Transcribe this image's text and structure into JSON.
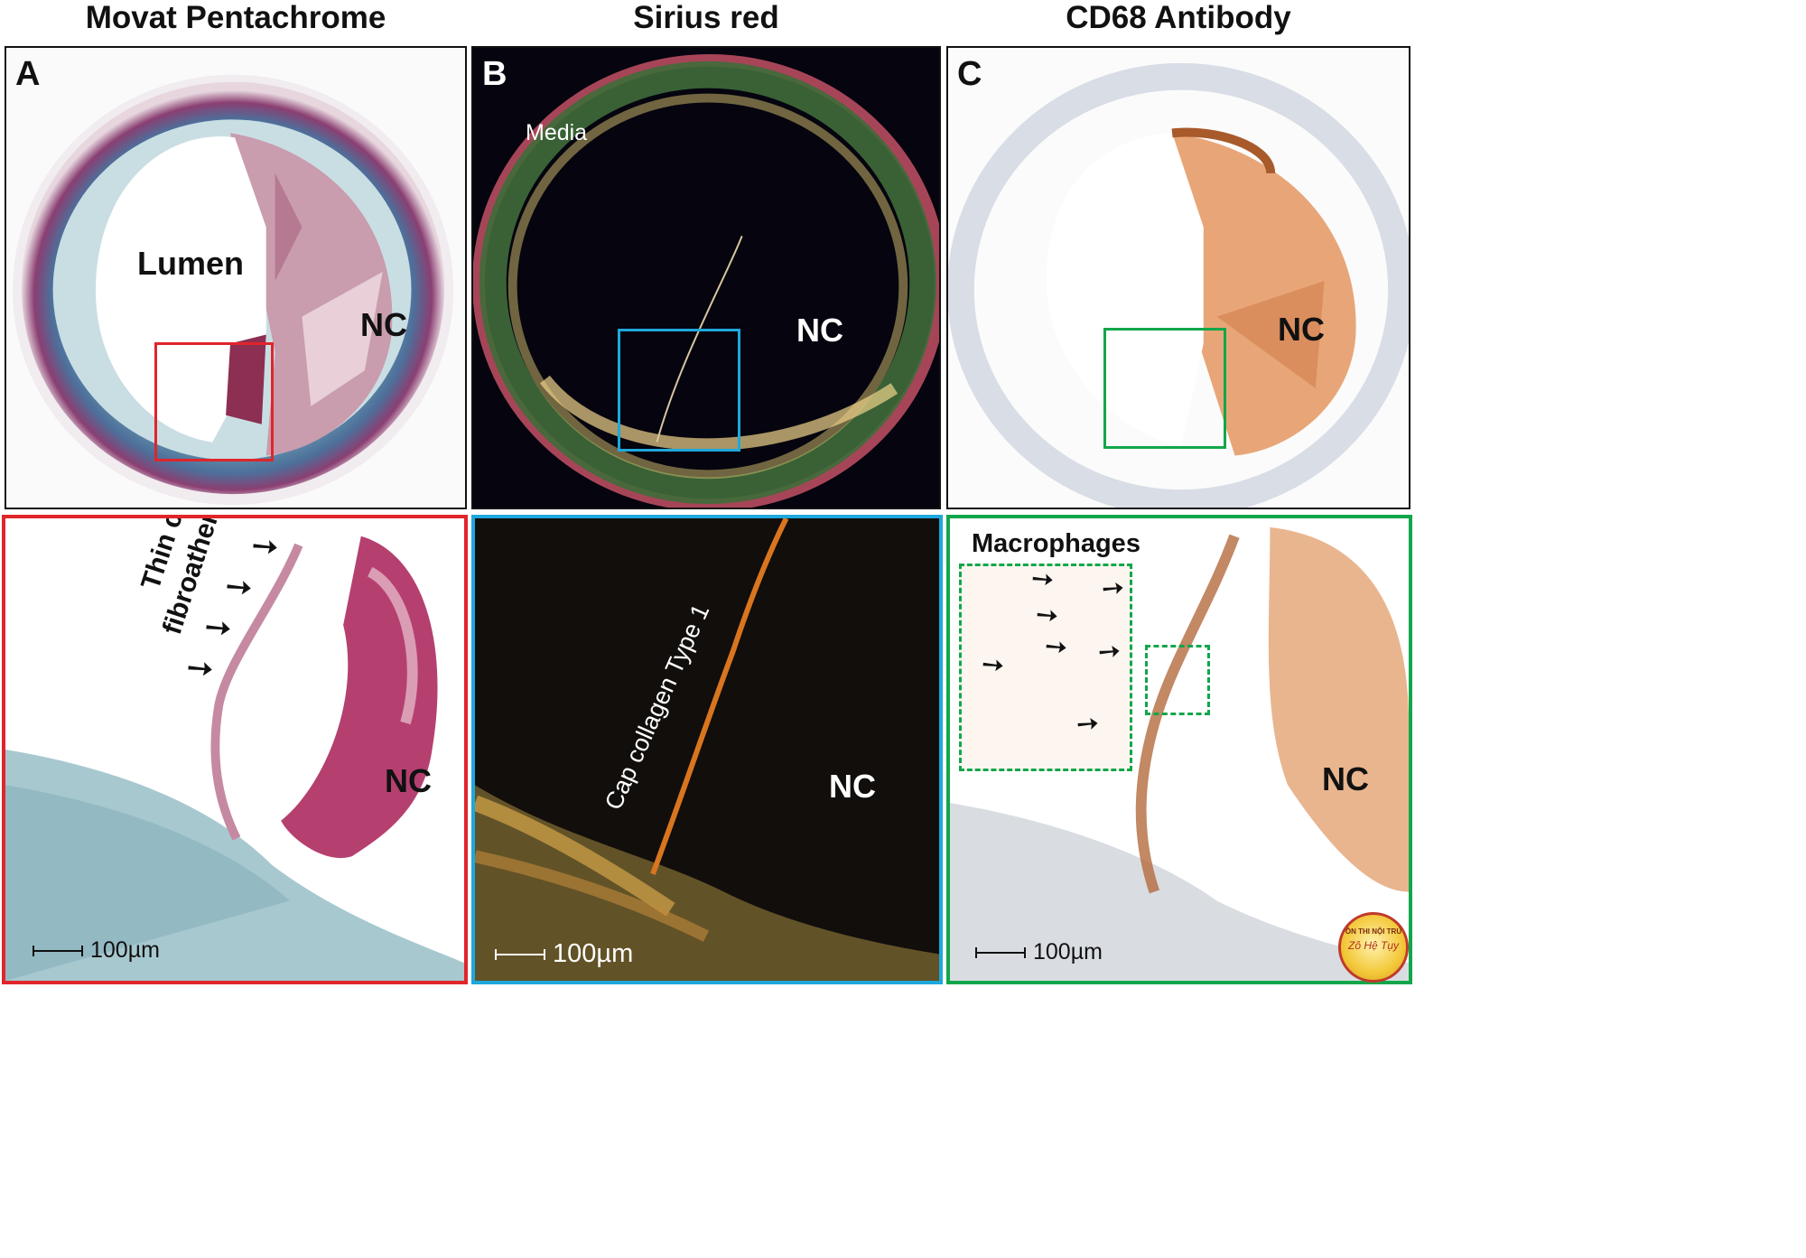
{
  "column_titles": [
    "Movat Pentachrome",
    "Sirius red",
    "CD68 Antibody"
  ],
  "panel_letters": [
    "A",
    "B",
    "C"
  ],
  "labels": {
    "lumen": "Lumen",
    "nc": "NC",
    "media": "Media",
    "thin_cap_line1": "Thin cap",
    "thin_cap_line2": "fibroatheroma",
    "cap_collagen": "Cap collagen Type 1",
    "macrophages": "Macrophages"
  },
  "scale_bar": "100µm",
  "logo": {
    "line1": "ÔN THI NỘI TRÚ",
    "line2": "Zô Hệ Tụy"
  },
  "colors": {
    "red_box": "#e0252b",
    "blue_box": "#1ea8dc",
    "green_box": "#12a64a"
  },
  "icons": [
    "arrow-icon"
  ]
}
